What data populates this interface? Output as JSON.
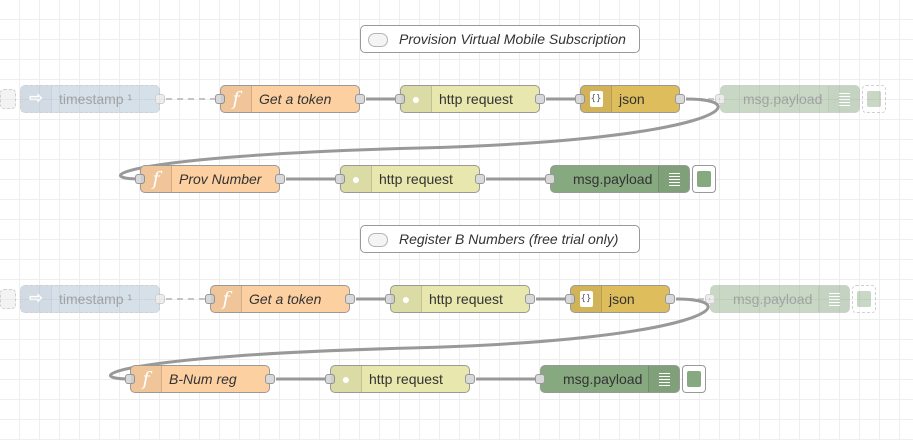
{
  "flow1": {
    "comment": "Provision Virtual Mobile Subscription",
    "inject_label": "timestamp ¹",
    "token_label": "Get a token",
    "http1_label": "http request",
    "json_label": "json",
    "debug_disabled_label": "msg.payload",
    "func2_label": "Prov Number",
    "http2_label": "http request",
    "debug_label": "msg.payload"
  },
  "flow2": {
    "comment": "Register B Numbers (free trial only)",
    "inject_label": "timestamp ¹",
    "token_label": "Get a token",
    "http1_label": "http request",
    "json_label": "json",
    "debug_disabled_label": "msg.payload",
    "func2_label": "B-Num reg",
    "http2_label": "http request",
    "debug_label": "msg.payload"
  },
  "icons": {
    "inject": "inject-arrow-icon",
    "function": "function-f-icon",
    "http": "globe-icon",
    "json": "json-braces-icon",
    "debug": "debug-list-icon",
    "comment": "comment-bubble-icon"
  },
  "colors": {
    "inject": "#a6bbcf",
    "function": "#fdd0a2",
    "http": "#e7e7ae",
    "json": "#debd5c",
    "debug": "#87a980",
    "wire": "#999999",
    "grid": "#eeeeee"
  }
}
